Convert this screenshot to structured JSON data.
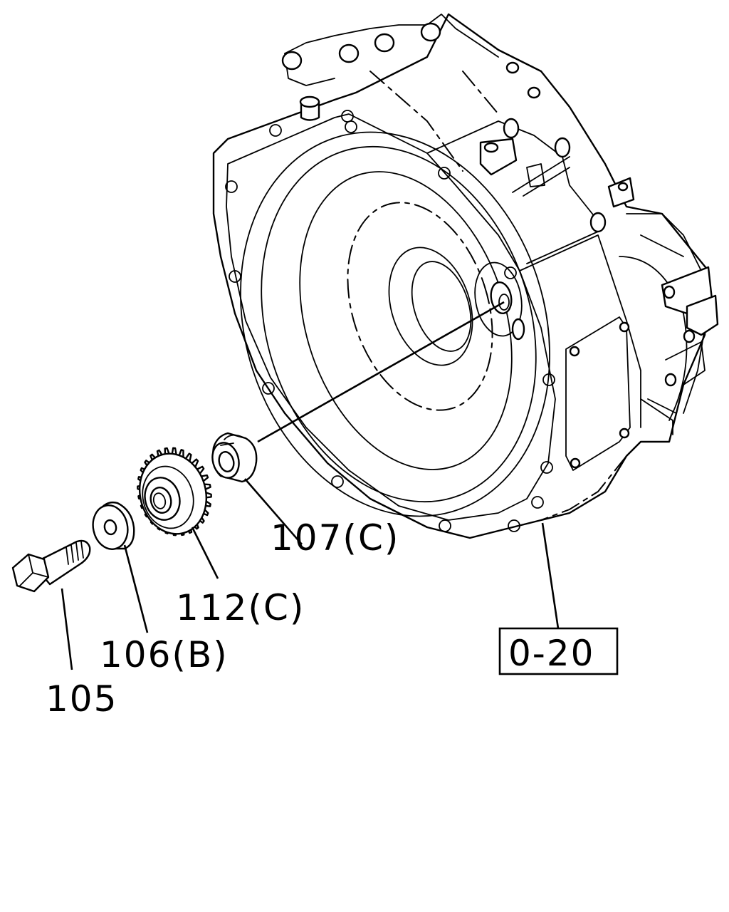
{
  "callouts": {
    "c107": "107(C)",
    "c112": "112(C)",
    "c106": "106(B)",
    "c105": "105",
    "ref": "0-20"
  }
}
